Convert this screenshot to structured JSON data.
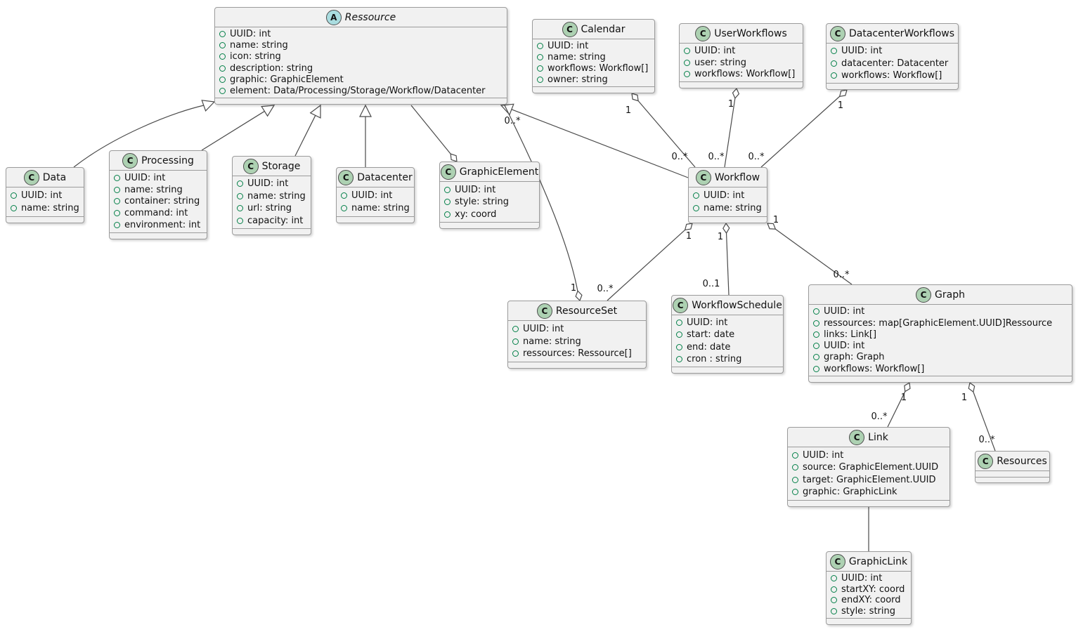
{
  "diagram_type": "uml-class-diagram",
  "colors": {
    "box_fill": "#F1F1F1",
    "box_border": "#9B9B9B",
    "line_color": "#4A4A4A",
    "abstract_icon_fill": "#A9DCDF",
    "class_icon_fill": "#ADD1B2",
    "field_icon_color": "#038048"
  },
  "classes": [
    {
      "id": "ressource",
      "name": "Ressource",
      "kind": "abstract",
      "icon_letter": "A",
      "attributes": [
        "UUID: int",
        "name: string",
        "icon: string",
        "description: string",
        "graphic: GraphicElement",
        "element: Data/Processing/Storage/Workflow/Datacenter"
      ]
    },
    {
      "id": "data",
      "name": "Data",
      "kind": "class",
      "icon_letter": "C",
      "attributes": [
        "UUID: int",
        "name: string"
      ]
    },
    {
      "id": "processing",
      "name": "Processing",
      "kind": "class",
      "icon_letter": "C",
      "attributes": [
        "UUID: int",
        "name: string",
        "container: string",
        "command: int",
        "environment: int"
      ]
    },
    {
      "id": "storage",
      "name": "Storage",
      "kind": "class",
      "icon_letter": "C",
      "attributes": [
        "UUID: int",
        "name: string",
        "url: string",
        "capacity: int"
      ]
    },
    {
      "id": "datacenter",
      "name": "Datacenter",
      "kind": "class",
      "icon_letter": "C",
      "attributes": [
        "UUID: int",
        "name: string"
      ]
    },
    {
      "id": "graphicelement",
      "name": "GraphicElement",
      "kind": "class",
      "icon_letter": "C",
      "attributes": [
        "UUID: int",
        "style: string",
        "xy: coord"
      ]
    },
    {
      "id": "calendar",
      "name": "Calendar",
      "kind": "class",
      "icon_letter": "C",
      "attributes": [
        "UUID: int",
        "name: string",
        "workflows: Workflow[]",
        "owner: string"
      ]
    },
    {
      "id": "userworkflows",
      "name": "UserWorkflows",
      "kind": "class",
      "icon_letter": "C",
      "attributes": [
        "UUID: int",
        "user: string",
        "workflows: Workflow[]"
      ]
    },
    {
      "id": "datacenterworkflows",
      "name": "DatacenterWorkflows",
      "kind": "class",
      "icon_letter": "C",
      "attributes": [
        "UUID: int",
        "datacenter: Datacenter",
        "workflows: Workflow[]"
      ]
    },
    {
      "id": "workflow",
      "name": "Workflow",
      "kind": "class",
      "icon_letter": "C",
      "attributes": [
        "UUID: int",
        "name: string"
      ]
    },
    {
      "id": "resourceset",
      "name": "ResourceSet",
      "kind": "class",
      "icon_letter": "C",
      "attributes": [
        "UUID: int",
        "name: string",
        "ressources: Ressource[]"
      ]
    },
    {
      "id": "workflowschedule",
      "name": "WorkflowSchedule",
      "kind": "class",
      "icon_letter": "C",
      "attributes": [
        "UUID: int",
        "start: date",
        "end: date",
        "cron : string"
      ]
    },
    {
      "id": "graph",
      "name": "Graph",
      "kind": "class",
      "icon_letter": "C",
      "attributes": [
        "UUID: int",
        "ressources: map[GraphicElement.UUID]Ressource",
        "links: Link[]",
        "UUID: int",
        "graph: Graph",
        "workflows: Workflow[]"
      ]
    },
    {
      "id": "link",
      "name": "Link",
      "kind": "class",
      "icon_letter": "C",
      "attributes": [
        "UUID: int",
        "source: GraphicElement.UUID",
        "target: GraphicElement.UUID",
        "graphic: GraphicLink"
      ]
    },
    {
      "id": "resources",
      "name": "Resources",
      "kind": "class",
      "icon_letter": "C",
      "attributes": []
    },
    {
      "id": "graphiclink",
      "name": "GraphicLink",
      "kind": "class",
      "icon_letter": "C",
      "attributes": [
        "UUID: int",
        "startXY: coord",
        "endXY: coord",
        "style: string"
      ]
    }
  ],
  "relationships": [
    {
      "id": "data-ressource",
      "type": "inheritance",
      "source": "Data",
      "target": "Ressource"
    },
    {
      "id": "processing-ressource",
      "type": "inheritance",
      "source": "Processing",
      "target": "Ressource"
    },
    {
      "id": "storage-ressource",
      "type": "inheritance",
      "source": "Storage",
      "target": "Ressource"
    },
    {
      "id": "datacenter-ressource",
      "type": "inheritance",
      "source": "Datacenter",
      "target": "Ressource"
    },
    {
      "id": "workflow-ressource",
      "type": "inheritance",
      "source": "Workflow",
      "target": "Ressource"
    },
    {
      "id": "ressource-graphicelement",
      "type": "aggregation",
      "source": "GraphicElement",
      "target": "Ressource"
    },
    {
      "id": "resourceset-ressource",
      "type": "aggregation",
      "source": "ResourceSet",
      "target": "Ressource",
      "source_label": "1",
      "target_label": "0..*"
    },
    {
      "id": "workflow-resourceset",
      "type": "aggregation",
      "source": "Workflow",
      "target": "ResourceSet",
      "source_label": "1",
      "target_label": "0..*"
    },
    {
      "id": "workflow-workflowschedule",
      "type": "aggregation",
      "source": "Workflow",
      "target": "WorkflowSchedule",
      "source_label": "1",
      "target_label": "0..1"
    },
    {
      "id": "workflow-graph",
      "type": "aggregation",
      "source": "Workflow",
      "target": "Graph",
      "source_label": "1",
      "target_label": "0..*"
    },
    {
      "id": "calendar-workflow",
      "type": "aggregation",
      "source": "Calendar",
      "target": "Workflow",
      "source_label": "1",
      "target_label": "0..*"
    },
    {
      "id": "userworkflows-workflow",
      "type": "aggregation",
      "source": "UserWorkflows",
      "target": "Workflow",
      "source_label": "1",
      "target_label": "0..*"
    },
    {
      "id": "datacenterworkflows-workflow",
      "type": "aggregation",
      "source": "DatacenterWorkflows",
      "target": "Workflow",
      "source_label": "1",
      "target_label": "0..*"
    },
    {
      "id": "graph-link",
      "type": "aggregation",
      "source": "Graph",
      "target": "Link",
      "source_label": "1",
      "target_label": "0..*"
    },
    {
      "id": "graph-resources",
      "type": "aggregation",
      "source": "Graph",
      "target": "Resources",
      "source_label": "1",
      "target_label": "0..*"
    },
    {
      "id": "link-graphiclink",
      "type": "association",
      "source": "Link",
      "target": "GraphicLink"
    }
  ]
}
